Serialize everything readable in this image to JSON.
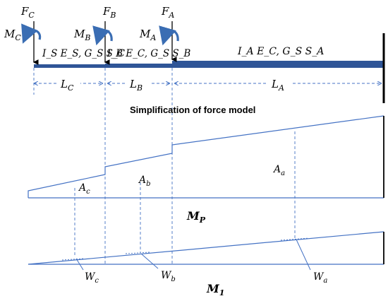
{
  "colors": {
    "beam": "#2f5597",
    "line": "#4472c4",
    "dash": "#4472c4",
    "arrow": "#3a6db3",
    "text": "#000000",
    "wall": "#000000"
  },
  "labels": {
    "force_c": "F",
    "force_c_sub": "C",
    "force_b": "F",
    "force_b_sub": "B",
    "force_a": "F",
    "force_a_sub": "A",
    "moment_c": "M",
    "moment_c_sub": "C",
    "moment_b": "M",
    "moment_b_sub": "B",
    "moment_a": "M",
    "moment_a_sub": "A",
    "props_c": "I_S E_S, G_S S_C",
    "props_b": "I_B E_C, G_S S_B",
    "props_a": "I_A E_C, G_S S_A",
    "len_c": "L",
    "len_c_sub": "C",
    "len_b": "L",
    "len_b_sub": "B",
    "len_a": "L",
    "len_a_sub": "A",
    "title": "Simplification of force model",
    "area_c": "A",
    "area_c_sub": "c",
    "area_b": "A",
    "area_b_sub": "b",
    "area_a": "A",
    "area_a_sub": "a",
    "mp": "M",
    "mp_sub": "P",
    "w_c": "W",
    "w_c_sub": "c",
    "w_b": "W",
    "w_b_sub": "b",
    "w_a": "W",
    "w_a_sub": "a",
    "m1": "M",
    "m1_sub": "1"
  },
  "icons": {
    "moment": "curved-arrow-counterclockwise-icon",
    "force": "downward-arrow-icon",
    "support": "fixed-wall-icon"
  }
}
